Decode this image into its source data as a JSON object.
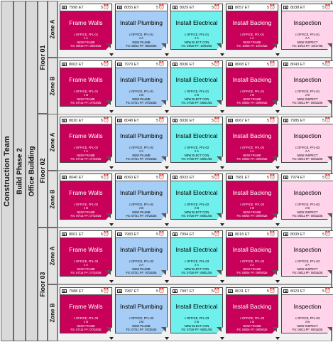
{
  "hierarchy": {
    "team": "Construction Team",
    "phase": "Build Phase 2",
    "building": "Office Building"
  },
  "task_titles": [
    "Frame Walls",
    "Install Plumbing",
    "Install Electrical",
    "Install Backing",
    "Inspection"
  ],
  "floors": [
    {
      "label": "Floor 01",
      "zones": [
        {
          "label": "Zone A",
          "cards": [
            {
              "id": "7998 ET",
              "dur": "5",
              "loc": "c OFFICE, FFL-01",
              "zone": "z A",
              "sub": "NEW FRAME",
              "dates": "FS: 08/15 FF: 08/19/25"
            },
            {
              "id": "8055 ET",
              "dur": "5",
              "loc": "c OFFICE, FFL-01",
              "zone": "z A",
              "sub": "NEW PLUMB",
              "dates": "FS: 08/22 FF: 08/28/25"
            },
            {
              "id": "8029 ET",
              "dur": "5",
              "loc": "c OFFICE, FFL-01",
              "zone": "z A",
              "sub": "NEW ELECT CON",
              "dates": "FS: 09/29 FF: 10/03/25"
            },
            {
              "id": "8057 ET",
              "dur": "5",
              "loc": "c OFFICE, FFL-01",
              "zone": "z A",
              "sub": "NEW FRAME",
              "dates": "FS: 10/06 FF: 10/10/25"
            },
            {
              "id": "8038 ET",
              "dur": "5",
              "loc": "c OFFICE, FFL-01",
              "zone": "z A",
              "sub": "NEW INSPECT",
              "dates": "FS: 10/13 FF: 10/17/25"
            }
          ]
        },
        {
          "label": "Zone B",
          "cards": [
            {
              "id": "8063 ET",
              "dur": "5",
              "loc": "c OFFICE, FFL-01",
              "zone": "z B",
              "sub": "NEW FRAME",
              "dates": "FS: 07/14 FF: 07/18/25"
            },
            {
              "id": "7979 ET",
              "dur": "5",
              "loc": "c OFFICE, FFL-01",
              "zone": "z B",
              "sub": "NEW PLUMB",
              "dates": "FS: 07/21 FF: 07/25/25"
            },
            {
              "id": "8036 ET",
              "dur": "5",
              "loc": "c OFFICE, FFL-01",
              "zone": "z B",
              "sub": "NEW ELECT CON",
              "dates": "FS: 07/28 FF: 08/01/25"
            },
            {
              "id": "8068 ET",
              "dur": "5",
              "loc": "c OFFICE, FFL-01",
              "zone": "z B",
              "sub": "NEW FRAME",
              "dates": "FS: 08/04 FF: 08/08/25"
            },
            {
              "id": "8043 ET",
              "dur": "5",
              "loc": "c OFFICE, FFL-01",
              "zone": "z B",
              "sub": "NEW INSPECT",
              "dates": "FS: 08/11 FF: 08/15/25"
            }
          ]
        }
      ]
    },
    {
      "label": "Floor 02",
      "zones": [
        {
          "label": "Zone A",
          "cards": [
            {
              "id": "8020 ET",
              "dur": "5",
              "loc": "c OFFICE, FFL-02",
              "zone": "z A",
              "sub": "NEW FRAME",
              "dates": "FS: 07/14 FF: 07/18/25"
            },
            {
              "id": "8048 ET",
              "dur": "5",
              "loc": "c OFFICE, FFL-02",
              "zone": "z A",
              "sub": "NEW PLUMB",
              "dates": "FS: 07/21 FF: 07/25/25"
            },
            {
              "id": "8030 ET",
              "dur": "5",
              "loc": "c OFFICE, FFL-02",
              "zone": "z A",
              "sub": "NEW ELECT CON",
              "dates": "FS: 07/28 FF: 08/01/25"
            },
            {
              "id": "8067 ET",
              "dur": "5",
              "loc": "c OFFICE, FFL-02",
              "zone": "z A",
              "sub": "NEW FRAME",
              "dates": "FS: 08/04 FF: 08/08/25"
            },
            {
              "id": "7985 ET",
              "dur": "5",
              "loc": "c OFFICE, FFL-02",
              "zone": "z A",
              "sub": "NEW INSPECT",
              "dates": "FS: 08/11 FF: 08/15/25"
            }
          ]
        },
        {
          "label": "Zone B",
          "cards": [
            {
              "id": "8040 ET",
              "dur": "5",
              "loc": "c OFFICE, FFL-02",
              "zone": "z B",
              "sub": "NEW FRAME",
              "dates": "FS: 07/14 FF: 07/18/25"
            },
            {
              "id": "8060 ET",
              "dur": "5",
              "loc": "c OFFICE, FFL-02",
              "zone": "z B",
              "sub": "NEW PLUMB",
              "dates": "FS: 07/21 FF: 07/25/25"
            },
            {
              "id": "8033 ET",
              "dur": "5",
              "loc": "c OFFICE, FFL-02",
              "zone": "z B",
              "sub": "NEW ELECT CON",
              "dates": "FS: 07/28 FF: 08/01/25"
            },
            {
              "id": "7981 ET",
              "dur": "5",
              "loc": "c OFFICE, FFL-02",
              "zone": "z B",
              "sub": "NEW FRAME",
              "dates": "FS: 08/04 FF: 08/08/25"
            },
            {
              "id": "7974 ET",
              "dur": "5",
              "loc": "c OFFICE, FFL-02",
              "zone": "z B",
              "sub": "NEW INSPECT",
              "dates": "FS: 08/11 FF: 08/15/25"
            }
          ]
        }
      ]
    },
    {
      "label": "Floor 03",
      "zones": [
        {
          "label": "Zone A",
          "cards": [
            {
              "id": "8001 ET",
              "dur": "5",
              "loc": "c OFFICE, FFL-03",
              "zone": "z A",
              "sub": "NEW FRAME",
              "dates": "FS: 07/14 FF: 07/18/25"
            },
            {
              "id": "7983 ET",
              "dur": "5",
              "loc": "c OFFICE, FFL-03",
              "zone": "z A",
              "sub": "NEW PLUMB",
              "dates": "FS: 07/21 FF: 07/25/25"
            },
            {
              "id": "7994 ET",
              "dur": "5",
              "loc": "c OFFICE, FFL-03",
              "zone": "z A",
              "sub": "NEW ELECT CON",
              "dates": "FS: 07/28 FF: 08/01/25"
            },
            {
              "id": "8018 ET",
              "dur": "5",
              "loc": "c OFFICE, FFL-03",
              "zone": "z A",
              "sub": "NEW FRAME",
              "dates": "FS: 08/04 FF: 08/08/25"
            },
            {
              "id": "8009 ET",
              "dur": "5",
              "loc": "c OFFICE, FFL-03",
              "zone": "z A",
              "sub": "NEW INSPECT",
              "dates": "FS: 08/11 FF: 08/15/25"
            }
          ]
        },
        {
          "label": "Zone B",
          "cards": [
            {
              "id": "7988 ET",
              "dur": "5",
              "loc": "c OFFICE, FFL-03",
              "zone": "z B",
              "sub": "NEW FRAME",
              "dates": "FS: 07/14 FF: 07/18/25"
            },
            {
              "id": "7987 ET",
              "dur": "5",
              "loc": "c OFFICE, FFL-03",
              "zone": "z B",
              "sub": "NEW PLUMB",
              "dates": "FS: 07/21 FF: 07/25/25"
            },
            {
              "id": "7997 ET",
              "dur": "5",
              "loc": "c OFFICE, FFL-03",
              "zone": "z B",
              "sub": "NEW ELECT CON",
              "dates": "FS: 07/28 FF: 08/01/25"
            },
            {
              "id": "8031 ET",
              "dur": "5",
              "loc": "c OFFICE, FFL-03",
              "zone": "z B",
              "sub": "NEW FRAME",
              "dates": "FS: 08/04 FF: 08/08/25"
            },
            {
              "id": "8023 ET",
              "dur": "5",
              "loc": "c OFFICE, FFL-03",
              "zone": "z B",
              "sub": "NEW INSPECT",
              "dates": "FS: 08/11 FF: 08/15/25"
            }
          ]
        }
      ]
    }
  ],
  "card_colors": {
    "frame_walls": "#c8005a",
    "install_plumbing": "#a6cdf5",
    "install_electrical": "#6ff0ec",
    "install_backing": "#c8005a",
    "inspection": "#ffd3ea"
  },
  "card_icons": [
    "calendar-icon",
    "alarm-clock-icon"
  ]
}
